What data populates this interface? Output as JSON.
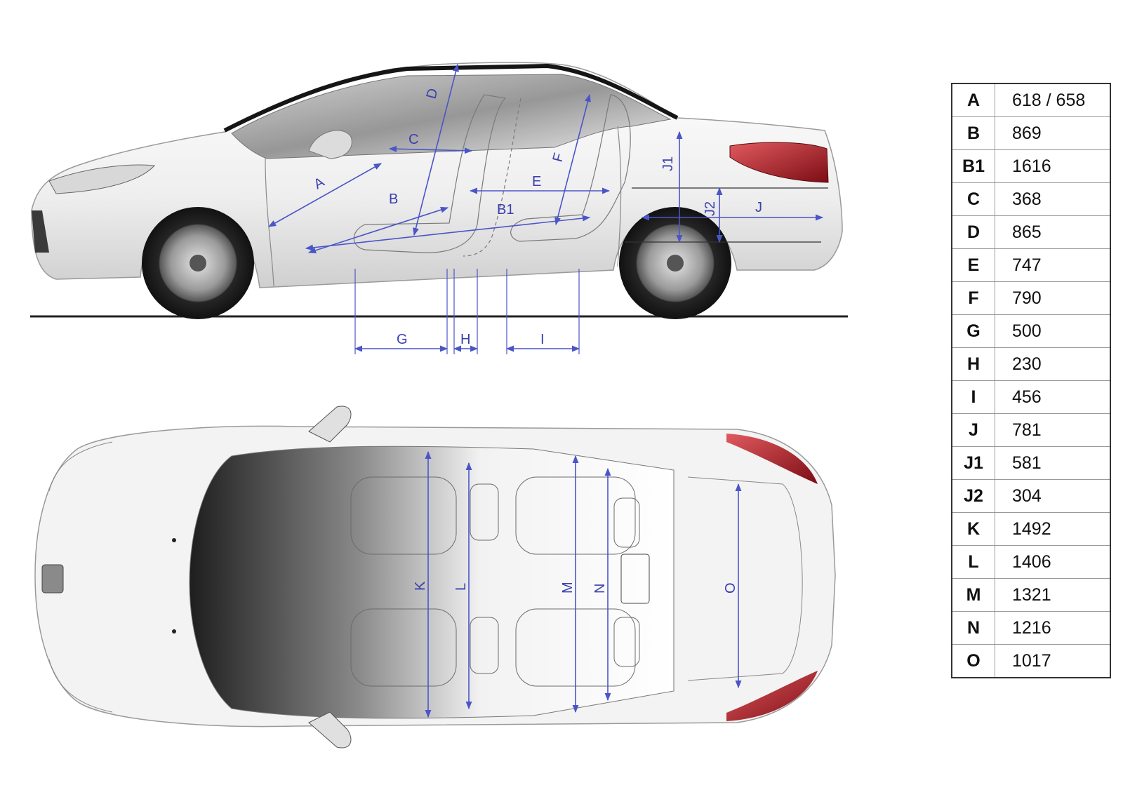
{
  "labels": {
    "side": [
      "A",
      "B",
      "B1",
      "C",
      "D",
      "E",
      "F",
      "G",
      "H",
      "I",
      "J",
      "J1",
      "J2"
    ],
    "top": [
      "K",
      "L",
      "M",
      "N",
      "O"
    ]
  },
  "dimensions": [
    {
      "key": "A",
      "value": "618 / 658"
    },
    {
      "key": "B",
      "value": "869"
    },
    {
      "key": "B1",
      "value": "1616"
    },
    {
      "key": "C",
      "value": "368"
    },
    {
      "key": "D",
      "value": "865"
    },
    {
      "key": "E",
      "value": "747"
    },
    {
      "key": "F",
      "value": "790"
    },
    {
      "key": "G",
      "value": "500"
    },
    {
      "key": "H",
      "value": "230"
    },
    {
      "key": "I",
      "value": "456"
    },
    {
      "key": "J",
      "value": "781"
    },
    {
      "key": "J1",
      "value": "581"
    },
    {
      "key": "J2",
      "value": "304"
    },
    {
      "key": "K",
      "value": "1492"
    },
    {
      "key": "L",
      "value": "1406"
    },
    {
      "key": "M",
      "value": "1321"
    },
    {
      "key": "N",
      "value": "1216"
    },
    {
      "key": "O",
      "value": "1017"
    }
  ],
  "colors": {
    "dimension_lines": "#4a55c8",
    "car_body": "#f2f2f2",
    "tail_light": "#b0202a"
  }
}
